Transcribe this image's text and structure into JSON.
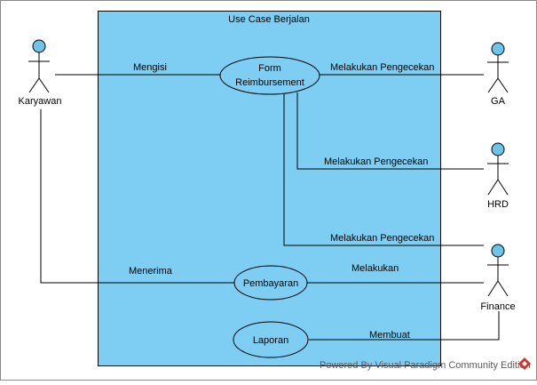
{
  "diagram": {
    "system_boundary": {
      "title": "Use Case Berjalan",
      "fill_color": "#7ECEF4"
    },
    "actors": {
      "karyawan": "Karyawan",
      "ga": "GA",
      "hrd": "HRD",
      "finance": "Finance"
    },
    "actor_head_color": "#6EC3E8",
    "use_cases": {
      "form_reimbursement": {
        "line1": "Form",
        "line2": "Reimbursement"
      },
      "pembayaran": "Pembayaran",
      "laporan": "Laporan"
    },
    "associations": {
      "mengisi": "Mengisi",
      "ga_pengecekan": "Melakukan Pengecekan",
      "hrd_pengecekan": "Melakukan Pengecekan",
      "finance_pengecekan": "Melakukan Pengecekan",
      "menerima": "Menerima",
      "melakukan": "Melakukan",
      "membuat": "Membuat"
    },
    "watermark": "Powered By  Visual Paradigm Community Edition"
  }
}
